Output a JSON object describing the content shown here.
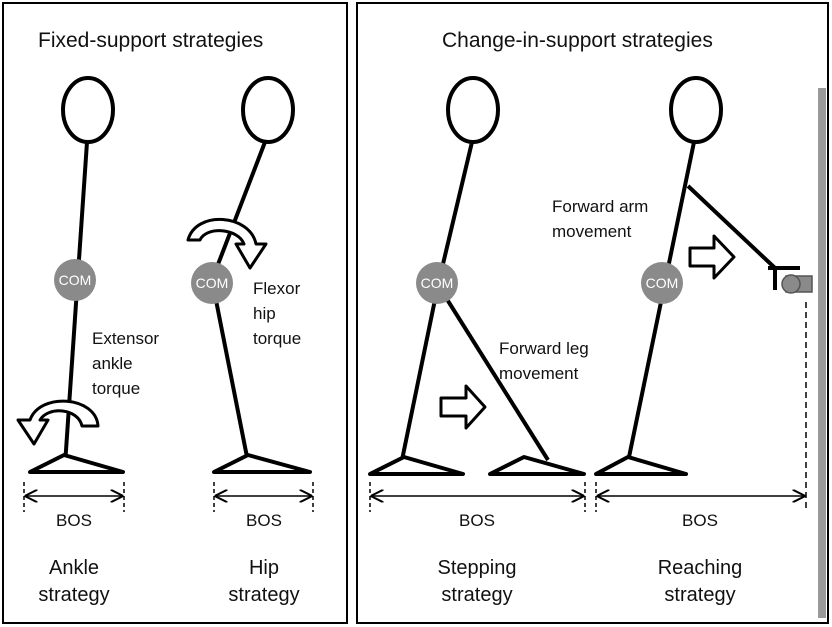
{
  "panels": {
    "left": {
      "title": "Fixed-support strategies"
    },
    "right": {
      "title": "Change-in-support strategies"
    }
  },
  "figures": {
    "ankle": {
      "strategy_line1": "Ankle",
      "strategy_line2": "strategy",
      "com": "COM",
      "bos": "BOS",
      "torque_line1": "Extensor",
      "torque_line2": "ankle",
      "torque_line3": "torque"
    },
    "hip": {
      "strategy_line1": "Hip",
      "strategy_line2": "strategy",
      "com": "COM",
      "bos": "BOS",
      "torque_line1": "Flexor",
      "torque_line2": "hip",
      "torque_line3": "torque"
    },
    "stepping": {
      "strategy_line1": "Stepping",
      "strategy_line2": "strategy",
      "com": "COM",
      "bos": "BOS",
      "move_line1": "Forward leg",
      "move_line2": "movement"
    },
    "reaching": {
      "strategy_line1": "Reaching",
      "strategy_line2": "strategy",
      "com": "COM",
      "bos": "BOS",
      "move_line1": "Forward arm",
      "move_line2": "movement"
    }
  },
  "colors": {
    "com_fill": "#8a8a8a",
    "line": "#000000",
    "rail": "#9a9a9a"
  }
}
